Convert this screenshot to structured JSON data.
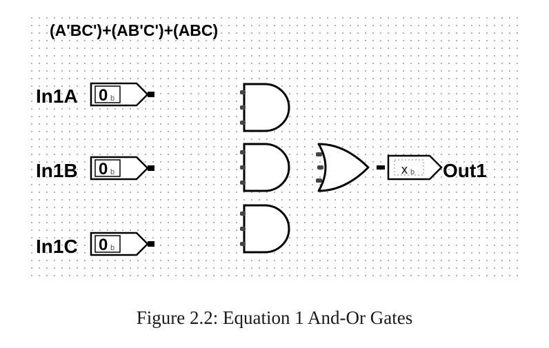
{
  "diagram": {
    "expression": "(A'BC')+(AB'C')+(ABC)",
    "inputs": [
      {
        "name": "In1A",
        "value": "0",
        "subscript": "b"
      },
      {
        "name": "In1B",
        "value": "0",
        "subscript": "b"
      },
      {
        "name": "In1C",
        "value": "0",
        "subscript": "b"
      }
    ],
    "output": {
      "name": "Out1",
      "value": "x",
      "subscript": "b"
    },
    "gates": [
      {
        "type": "AND",
        "inputs": 3
      },
      {
        "type": "AND",
        "inputs": 3
      },
      {
        "type": "AND",
        "inputs": 3
      },
      {
        "type": "OR",
        "inputs": 3
      }
    ],
    "colors": {
      "stroke": "#000000",
      "grid_dot": "#7a7a7a",
      "pin_fill": "#ffffff"
    }
  },
  "caption": "Figure 2.2: Equation 1 And-Or Gates"
}
